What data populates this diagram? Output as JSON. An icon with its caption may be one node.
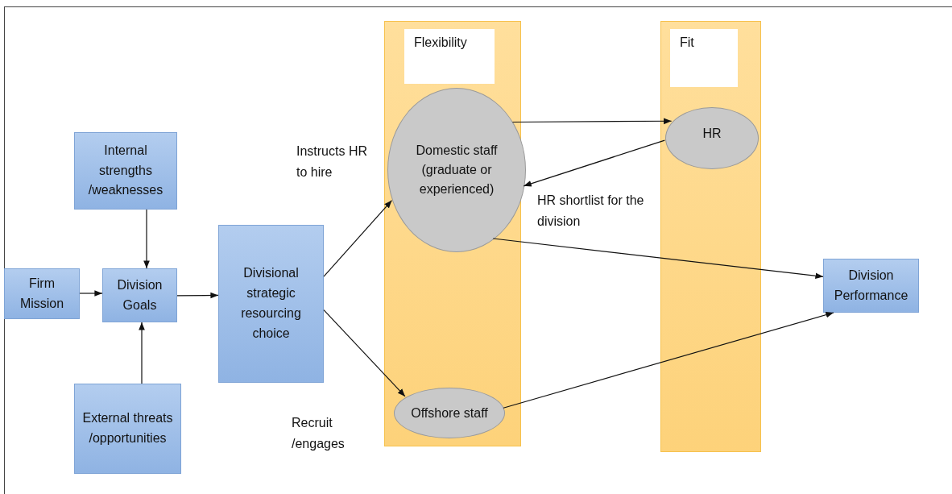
{
  "diagram": {
    "nodes": [
      {
        "text": [
          "Firm Mission"
        ]
      },
      {
        "text": [
          "Division Goals"
        ]
      },
      {
        "text": [
          "Internal strengths /weaknesses"
        ]
      },
      {
        "text": [
          "External threats /opportunities"
        ]
      },
      {
        "text": [
          "Divisional strategic resourcing choice"
        ]
      },
      {
        "text": [
          "Flexibility"
        ]
      },
      {
        "text": [
          "Domestic staff (graduate or experienced)"
        ],
        "in": 5
      },
      {
        "text": [
          "Offshore staff"
        ],
        "in": 5
      },
      {
        "text": [
          "Fit"
        ]
      },
      {
        "text": [
          "HR"
        ],
        "in": 8
      },
      {
        "text": [
          "Division Performance"
        ]
      }
    ],
    "edges": [
      {
        "from": 0,
        "to": 1,
        "arrow": "to"
      },
      {
        "from": 2,
        "to": 1,
        "arrow": "to"
      },
      {
        "from": 3,
        "to": 1,
        "arrow": "to"
      },
      {
        "from": 1,
        "to": 4,
        "arrow": "to"
      },
      {
        "from": 4,
        "to": 6,
        "arrow": "to",
        "label": "Instructs HR to hire"
      },
      {
        "from": 4,
        "to": 7,
        "arrow": "to",
        "label": "Recruit /engages"
      },
      {
        "from": 6,
        "to": 9,
        "arrow": "to"
      },
      {
        "from": 9,
        "to": 6,
        "arrow": "to",
        "label": "HR shortlist for the division"
      },
      {
        "from": 6,
        "to": 10,
        "arrow": "to"
      },
      {
        "from": 7,
        "to": 10,
        "arrow": "to"
      }
    ]
  }
}
